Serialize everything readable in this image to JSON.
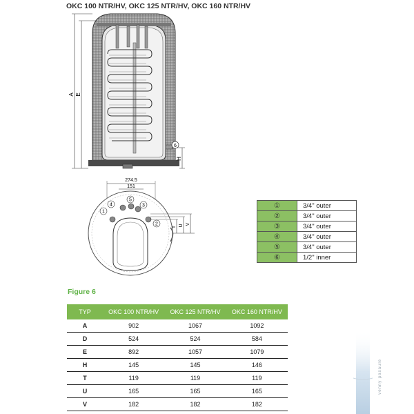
{
  "title": "OKC 100 NTR/HV, OKC 125 NTR/HV, OKC 160 NTR/HV",
  "diagram_labels": {
    "A": "A",
    "E": "E",
    "H": "H",
    "T": "T",
    "U": "U",
    "V": "V",
    "dim_274": "274.5",
    "dim_151": "151",
    "c1": "1",
    "c2": "2",
    "c3": "3",
    "c4": "4",
    "c5": "5",
    "c6": "6"
  },
  "connections": [
    {
      "symbol": "①",
      "size": "3/4\" outer"
    },
    {
      "symbol": "②",
      "size": "3/4\" outer"
    },
    {
      "symbol": "③",
      "size": "3/4\" outer"
    },
    {
      "symbol": "④",
      "size": "3/4\" outer"
    },
    {
      "symbol": "⑤",
      "size": "3/4\" outer"
    },
    {
      "symbol": "⑥",
      "size": "1/2\" inner"
    }
  ],
  "figure_caption": "Figure 6",
  "dimensions": {
    "headers": [
      "TYP",
      "OKC 100 NTR/HV",
      "OKC 125 NTR/HV",
      "OKC 160 NTR/HV"
    ],
    "rows": [
      {
        "typ": "A",
        "v100": "902",
        "v125": "1067",
        "v160": "1092"
      },
      {
        "typ": "D",
        "v100": "524",
        "v125": "524",
        "v160": "584"
      },
      {
        "typ": "E",
        "v100": "892",
        "v125": "1057",
        "v160": "1079"
      },
      {
        "typ": "H",
        "v100": "145",
        "v125": "145",
        "v160": "146"
      },
      {
        "typ": "T",
        "v100": "119",
        "v125": "119",
        "v160": "119"
      },
      {
        "typ": "U",
        "v100": "165",
        "v125": "165",
        "v160": "165"
      },
      {
        "typ": "V",
        "v100": "182",
        "v125": "182",
        "v160": "182"
      }
    ]
  },
  "watermark": "venny pasaule"
}
